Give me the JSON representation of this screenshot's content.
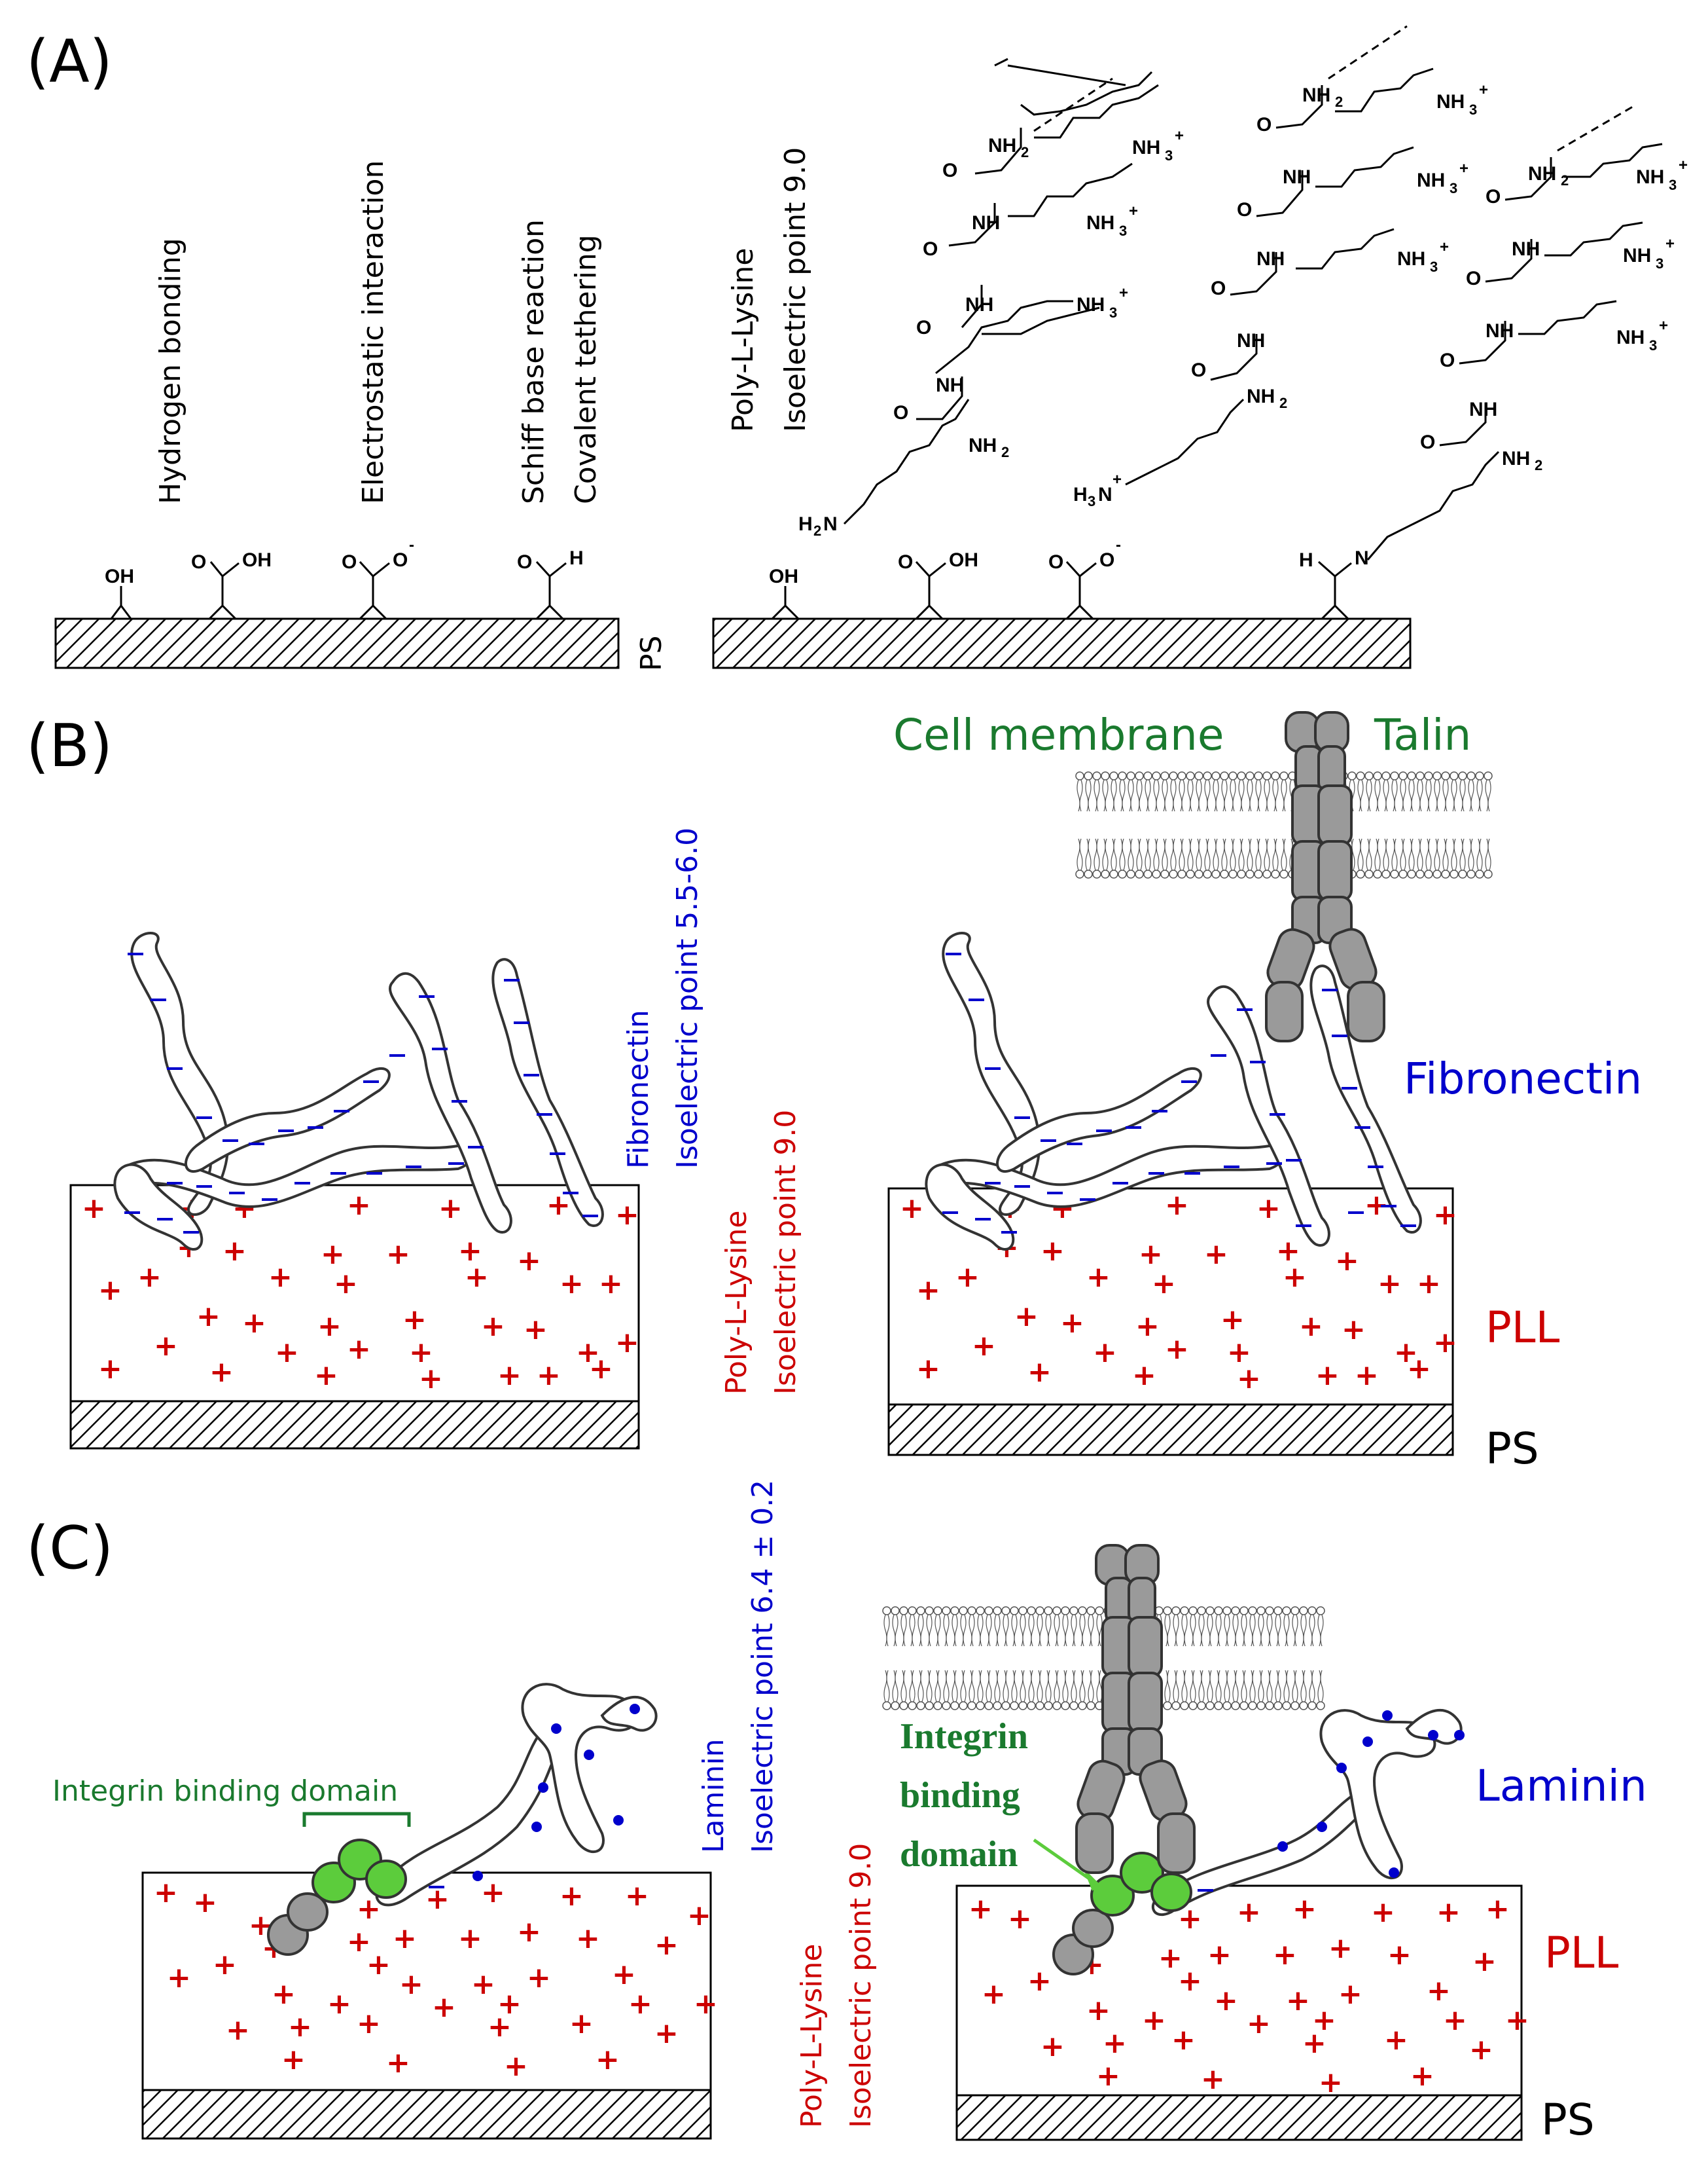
{
  "panels": {
    "a": {
      "label": "(A)"
    },
    "b": {
      "label": "(B)"
    },
    "c": {
      "label": "(C)"
    }
  },
  "interactions": {
    "hbond": "Hydrogen bonding",
    "electro": "Electrostatic interaction",
    "schiff1": "Schiff base reaction",
    "schiff2": "Covalent tethering"
  },
  "pll_a": {
    "line1": "Poly-L-Lysine",
    "line2": "Isoelectric point 9.0"
  },
  "groups": {
    "oh": "OH",
    "o": "O",
    "h": "H",
    "n": "N",
    "nh": "NH",
    "nh2": "NH",
    "nh3": "NH",
    "h2n": "H",
    "h3n": "H"
  },
  "substrate": {
    "ps": "PS"
  },
  "fibronectin": {
    "line1": "Fibronectin",
    "line2": "Isoelectric point 5.5-6.0",
    "label": "Fibronectin"
  },
  "pll_b": {
    "line1": "Poly-L-Lysine",
    "line2": "Isoelectric point 9.0",
    "label": "PLL"
  },
  "membrane": {
    "label": "Cell membrane",
    "talin": "Talin"
  },
  "laminin": {
    "line1": "Laminin",
    "line2": "Isoelectric point  6.4 ± 0.2",
    "label": "Laminin"
  },
  "integrin": {
    "domain_label": "Integrin binding domain",
    "domain_l1": "Integrin",
    "domain_l2": "binding",
    "domain_l3": "domain"
  },
  "pll_c": {
    "line1": "Poly-L-Lysine",
    "line2": "Isoelectric point 9.0",
    "label": "PLL"
  },
  "colors": {
    "plus": "#cc0000",
    "minus": "#0000cc",
    "green_text": "#1a7a2e",
    "green_fill": "#5ccc3c",
    "gray_fill": "#9a9a9a"
  }
}
